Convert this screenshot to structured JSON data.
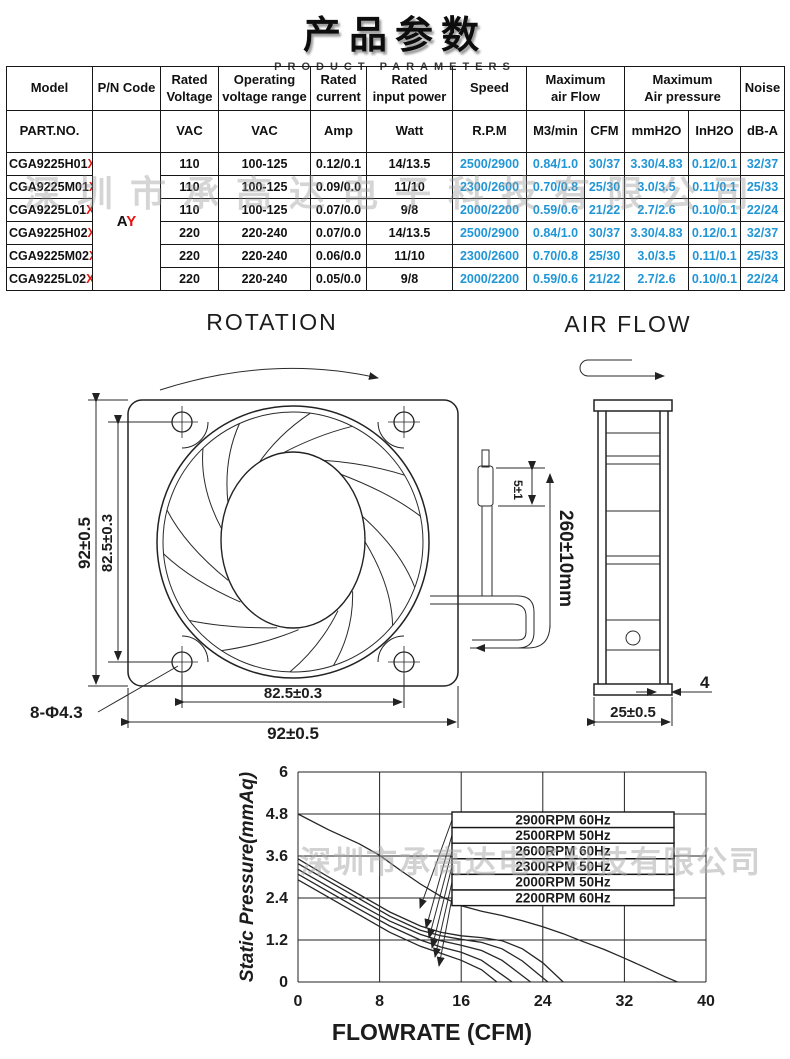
{
  "page": {
    "title": "产品参数",
    "subtitle": "PRODUCT PARAMETERS"
  },
  "watermark": {
    "text": "深圳市承高达电子科技有限公司"
  },
  "spec_table": {
    "colors": {
      "value_blue": "#2196d6",
      "highlight_red": "#e8130c"
    },
    "headers": {
      "model": "Model",
      "pn_code": "P/N Code",
      "rated_voltage": "Rated\nVoltage",
      "operating_range": "Operating\nvoltage range",
      "rated_current": "Rated\ncurrent",
      "rated_input_power": "Rated\ninput power",
      "speed": "Speed",
      "max_air_flow": "Maximum\nair Flow",
      "max_air_pressure": "Maximum\nAir pressure",
      "noise": "Noise"
    },
    "units": {
      "part_no": "PART.NO.",
      "pn_code": "",
      "rated_voltage": "VAC",
      "operating_range": "VAC",
      "rated_current": "Amp",
      "rated_input_power": "Watt",
      "speed": "R.P.M",
      "m3min": "M3/min",
      "cfm": "CFM",
      "mmh2o": "mmH2O",
      "inh2o": "InH2O",
      "noise": "dB-A"
    },
    "pn_code_value": {
      "black": "A",
      "red": "Y"
    },
    "rows": [
      {
        "model": "CGA9225H01",
        "model_suffix": "X",
        "voltage": "110",
        "range": "100-125",
        "current": "0.12/0.1",
        "power": "14/13.5",
        "speed": "2500/2900",
        "m3min": "0.84/1.0",
        "cfm": "30/37",
        "mmh2o": "3.30/4.83",
        "inh2o": "0.12/0.1",
        "noise": "32/37"
      },
      {
        "model": "CGA9225M01",
        "model_suffix": "X",
        "voltage": "110",
        "range": "100-125",
        "current": "0.09/0.0",
        "power": "11/10",
        "speed": "2300/2600",
        "m3min": "0.70/0.8",
        "cfm": "25/30",
        "mmh2o": "3.0/3.5",
        "inh2o": "0.11/0.1",
        "noise": "25/33"
      },
      {
        "model": "CGA9225L01",
        "model_suffix": "X",
        "voltage": "110",
        "range": "100-125",
        "current": "0.07/0.0",
        "power": "9/8",
        "speed": "2000/2200",
        "m3min": "0.59/0.6",
        "cfm": "21/22",
        "mmh2o": "2.7/2.6",
        "inh2o": "0.10/0.1",
        "noise": "22/24"
      },
      {
        "model": "CGA9225H02",
        "model_suffix": "X",
        "voltage": "220",
        "range": "220-240",
        "current": "0.07/0.0",
        "power": "14/13.5",
        "speed": "2500/2900",
        "m3min": "0.84/1.0",
        "cfm": "30/37",
        "mmh2o": "3.30/4.83",
        "inh2o": "0.12/0.1",
        "noise": "32/37"
      },
      {
        "model": "CGA9225M02",
        "model_suffix": "X",
        "voltage": "220",
        "range": "220-240",
        "current": "0.06/0.0",
        "power": "11/10",
        "speed": "2300/2600",
        "m3min": "0.70/0.8",
        "cfm": "25/30",
        "mmh2o": "3.0/3.5",
        "inh2o": "0.11/0.1",
        "noise": "25/33"
      },
      {
        "model": "CGA9225L02",
        "model_suffix": "X",
        "voltage": "220",
        "range": "220-240",
        "current": "0.05/0.0",
        "power": "9/8",
        "speed": "2000/2200",
        "m3min": "0.59/0.6",
        "cfm": "21/22",
        "mmh2o": "2.7/2.6",
        "inh2o": "0.10/0.1",
        "noise": "22/24"
      }
    ]
  },
  "drawings": {
    "rotation_title": "ROTATION",
    "airflow_title": "AIR  FLOW",
    "dim_height_outer": "92±0.5",
    "dim_height_inner": "82.5±0.3",
    "dim_width_inner": "82.5±0.3",
    "dim_width_outer": "92±0.5",
    "holes_label": "8-Φ4.3",
    "lead_length": "260±10mm",
    "terminal_dim": "5±1",
    "depth_dim": "25±0.5",
    "flange_dim": "4"
  },
  "chart_data": {
    "type": "line",
    "xlabel": "FLOWRATE (CFM)",
    "ylabel": "Static Pressure(mmAq)",
    "xlim": [
      0,
      40
    ],
    "ylim": [
      0,
      6
    ],
    "xticks": [
      0,
      8,
      16,
      24,
      32,
      40
    ],
    "yticks": [
      0,
      1.2,
      2.4,
      3.6,
      4.8,
      6
    ],
    "grid": true,
    "legend_position": "upper right",
    "series": [
      {
        "name": "2900RPM 60Hz",
        "points": [
          [
            0,
            4.8
          ],
          [
            3,
            4.35
          ],
          [
            6,
            3.95
          ],
          [
            8,
            3.62
          ],
          [
            10,
            3.2
          ],
          [
            12,
            2.8
          ],
          [
            14,
            2.45
          ],
          [
            16,
            2.18
          ],
          [
            18,
            2.02
          ],
          [
            20,
            1.9
          ],
          [
            22,
            1.75
          ],
          [
            24,
            1.58
          ],
          [
            26,
            1.38
          ],
          [
            28,
            1.15
          ],
          [
            30,
            0.93
          ],
          [
            32,
            0.68
          ],
          [
            34,
            0.42
          ],
          [
            36,
            0.15
          ],
          [
            37.2,
            0
          ]
        ]
      },
      {
        "name": "2500RPM 50Hz",
        "points": [
          [
            0,
            3.52
          ],
          [
            3,
            3.0
          ],
          [
            6,
            2.5
          ],
          [
            9,
            2.0
          ],
          [
            12,
            1.6
          ],
          [
            14,
            1.42
          ],
          [
            16,
            1.32
          ],
          [
            18,
            1.27
          ],
          [
            20,
            1.18
          ],
          [
            22,
            0.95
          ],
          [
            24,
            0.55
          ],
          [
            26,
            0
          ]
        ]
      },
      {
        "name": "2600RPM 60Hz",
        "points": [
          [
            0,
            3.38
          ],
          [
            3,
            2.88
          ],
          [
            6,
            2.38
          ],
          [
            9,
            1.88
          ],
          [
            12,
            1.48
          ],
          [
            14,
            1.32
          ],
          [
            16,
            1.22
          ],
          [
            18,
            1.13
          ],
          [
            20,
            0.95
          ],
          [
            22,
            0.6
          ],
          [
            24.5,
            0
          ]
        ]
      },
      {
        "name": "2300RPM 50Hz",
        "points": [
          [
            0,
            3.22
          ],
          [
            3,
            2.72
          ],
          [
            6,
            2.22
          ],
          [
            9,
            1.74
          ],
          [
            12,
            1.36
          ],
          [
            14,
            1.18
          ],
          [
            16,
            1.05
          ],
          [
            18,
            0.9
          ],
          [
            20,
            0.62
          ],
          [
            22.8,
            0
          ]
        ]
      },
      {
        "name": "2000RPM 50Hz",
        "points": [
          [
            0,
            3.08
          ],
          [
            3,
            2.58
          ],
          [
            6,
            2.08
          ],
          [
            9,
            1.6
          ],
          [
            12,
            1.2
          ],
          [
            14,
            1.0
          ],
          [
            16,
            0.85
          ],
          [
            18,
            0.62
          ],
          [
            21,
            0
          ]
        ]
      },
      {
        "name": "2200RPM 60Hz",
        "points": [
          [
            0,
            2.92
          ],
          [
            3,
            2.42
          ],
          [
            6,
            1.92
          ],
          [
            9,
            1.42
          ],
          [
            12,
            1.02
          ],
          [
            14,
            0.82
          ],
          [
            16,
            0.62
          ],
          [
            18,
            0.35
          ],
          [
            19.5,
            0
          ]
        ]
      }
    ]
  }
}
